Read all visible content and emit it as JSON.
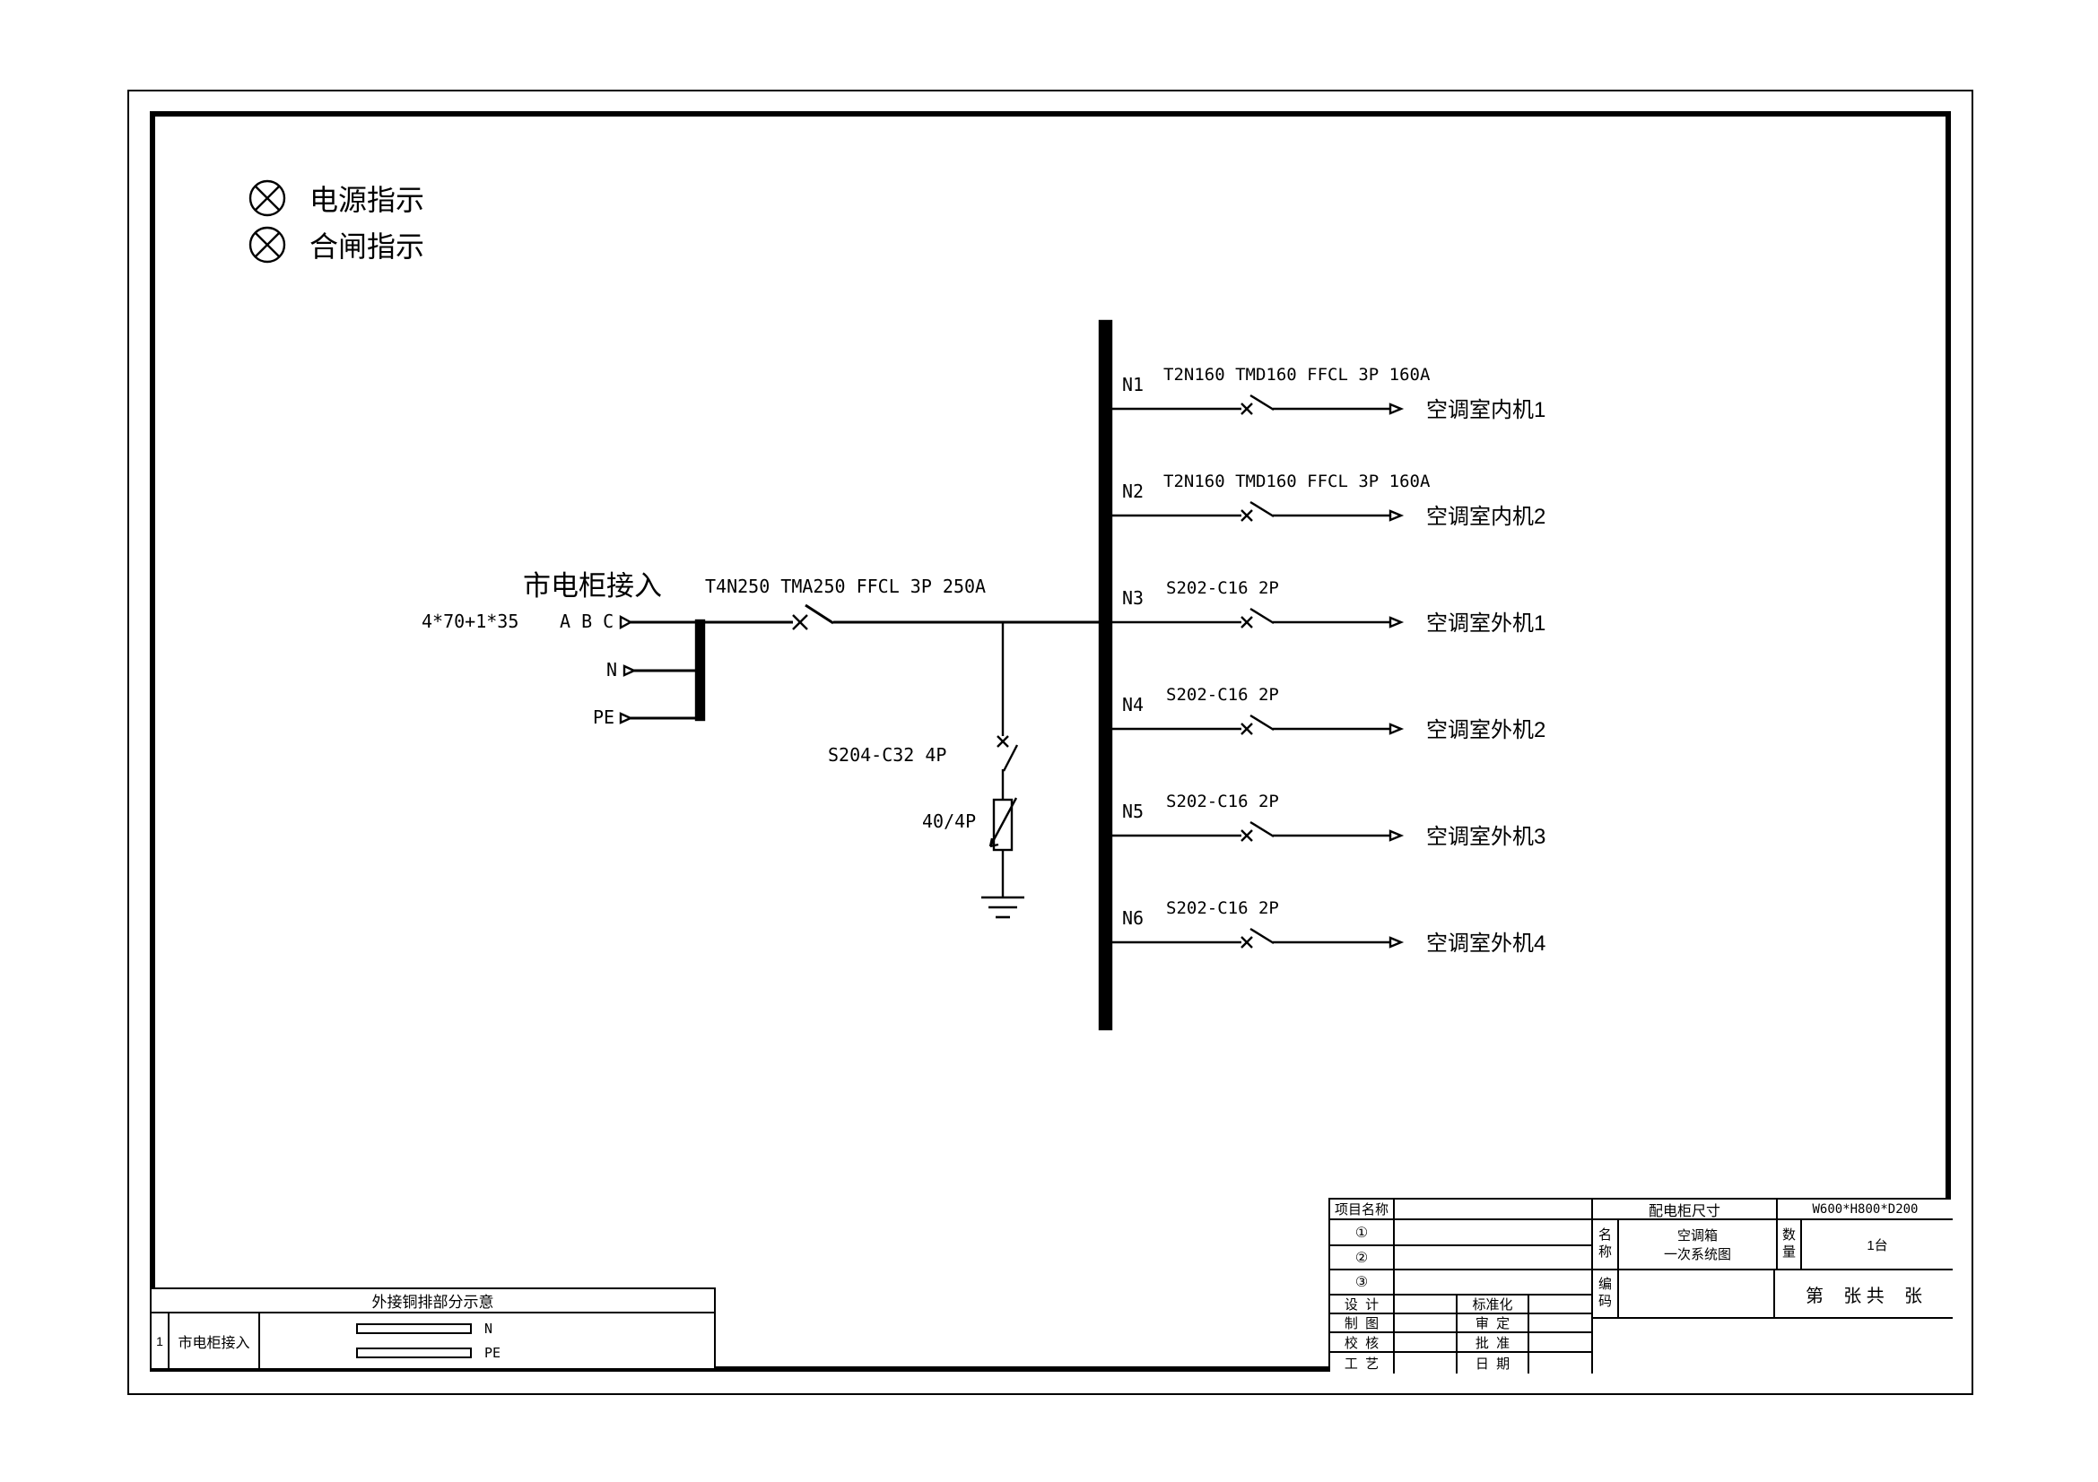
{
  "legend": {
    "items": [
      {
        "icon": "lamp-icon",
        "label": "电源指示"
      },
      {
        "icon": "lamp-icon",
        "label": "合闸指示"
      }
    ]
  },
  "incoming": {
    "title": "市电柜接入",
    "cable_spec": "4*70+1*35",
    "phases_label": "A B C",
    "neutral_label": "N",
    "pe_label": "PE",
    "main_breaker_spec": "T4N250 TMA250 FFCL 3P 250A"
  },
  "surge": {
    "breaker_spec": "S204-C32 4P",
    "arrester_spec": "40/4P"
  },
  "feeders": [
    {
      "id": "N1",
      "breaker": "T2N160 TMD160 FFCL 3P 160A",
      "load": "空调室内机1"
    },
    {
      "id": "N2",
      "breaker": "T2N160 TMD160 FFCL 3P 160A",
      "load": "空调室内机2"
    },
    {
      "id": "N3",
      "breaker": "S202-C16 2P",
      "load": "空调室外机1"
    },
    {
      "id": "N4",
      "breaker": "S202-C16 2P",
      "load": "空调室外机2"
    },
    {
      "id": "N5",
      "breaker": "S202-C16 2P",
      "load": "空调室外机3"
    },
    {
      "id": "N6",
      "breaker": "S202-C16 2P",
      "load": "空调室外机4"
    }
  ],
  "bus_table": {
    "title": "外接铜排部分示意",
    "row_no": "1",
    "row_label": "市电柜接入",
    "bar_labels": [
      "N",
      "PE"
    ]
  },
  "title_block": {
    "project_label": "项目名称",
    "size_label": "配电柜尺寸",
    "size_value": "W600*H800*D200",
    "item_marks": [
      "①",
      "②",
      "③"
    ],
    "name_label": "名称",
    "name_lines": [
      "空调箱",
      "一次系统图"
    ],
    "qty_label": "数量",
    "qty_value": "1台",
    "code_label": "编码",
    "sheet_label": "第    张 共    张",
    "sign_rows": [
      {
        "left": "设  计",
        "right": "标准化"
      },
      {
        "left": "制  图",
        "right": "审  定"
      },
      {
        "left": "校  核",
        "right": "批  准"
      },
      {
        "left": "工  艺",
        "right": "日  期"
      }
    ]
  }
}
